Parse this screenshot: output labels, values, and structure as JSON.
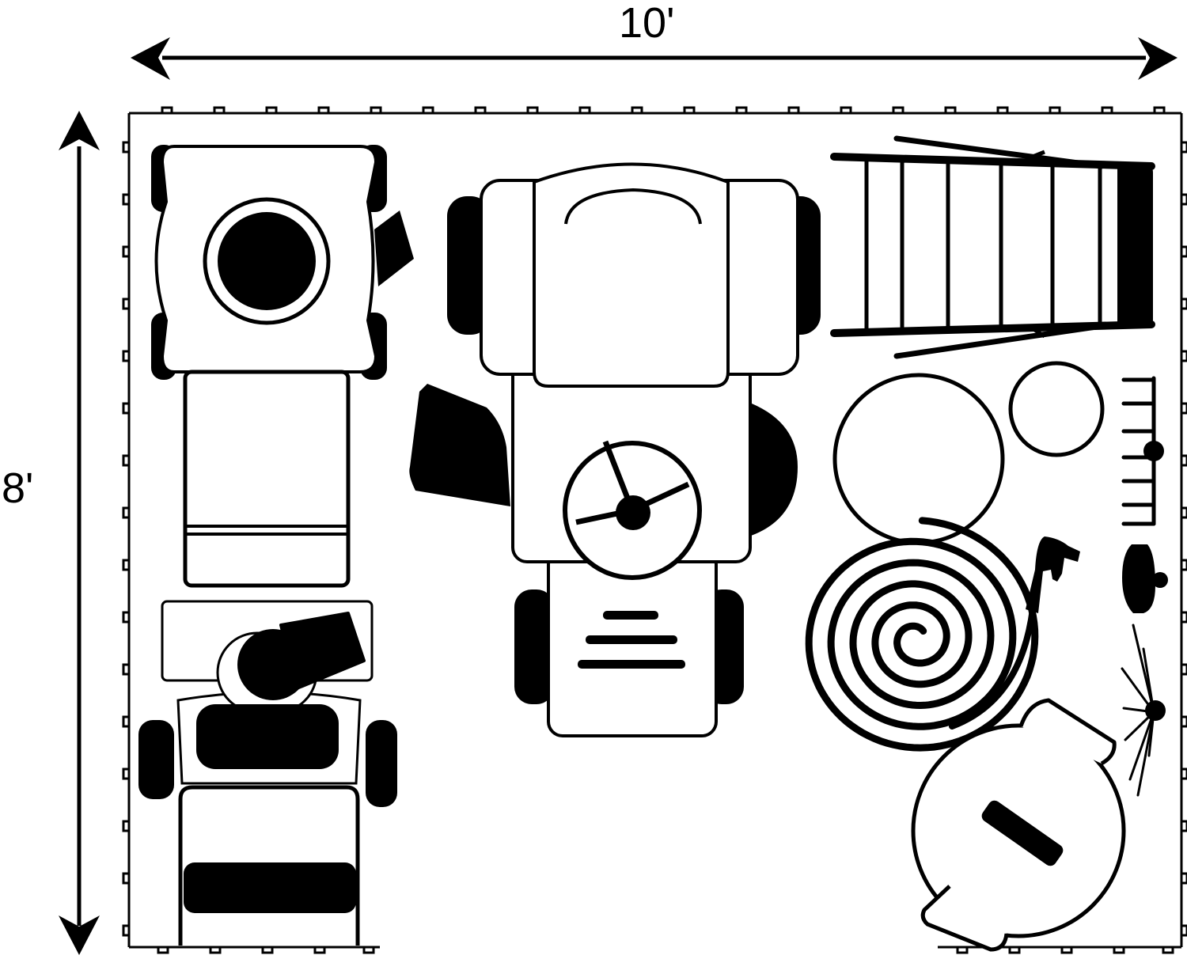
{
  "dimensions": {
    "width_label": "10'",
    "height_label": "8'"
  },
  "items": [
    {
      "id": "push-mower"
    },
    {
      "id": "riding-mower"
    },
    {
      "id": "small-mower"
    },
    {
      "id": "ladder"
    },
    {
      "id": "large-circle"
    },
    {
      "id": "small-circle"
    },
    {
      "id": "rake"
    },
    {
      "id": "hose-reel"
    },
    {
      "id": "spray-nozzle"
    },
    {
      "id": "pot"
    },
    {
      "id": "broom"
    },
    {
      "id": "grill"
    }
  ],
  "colors": {
    "ink": "#000000",
    "paper": "#ffffff"
  }
}
